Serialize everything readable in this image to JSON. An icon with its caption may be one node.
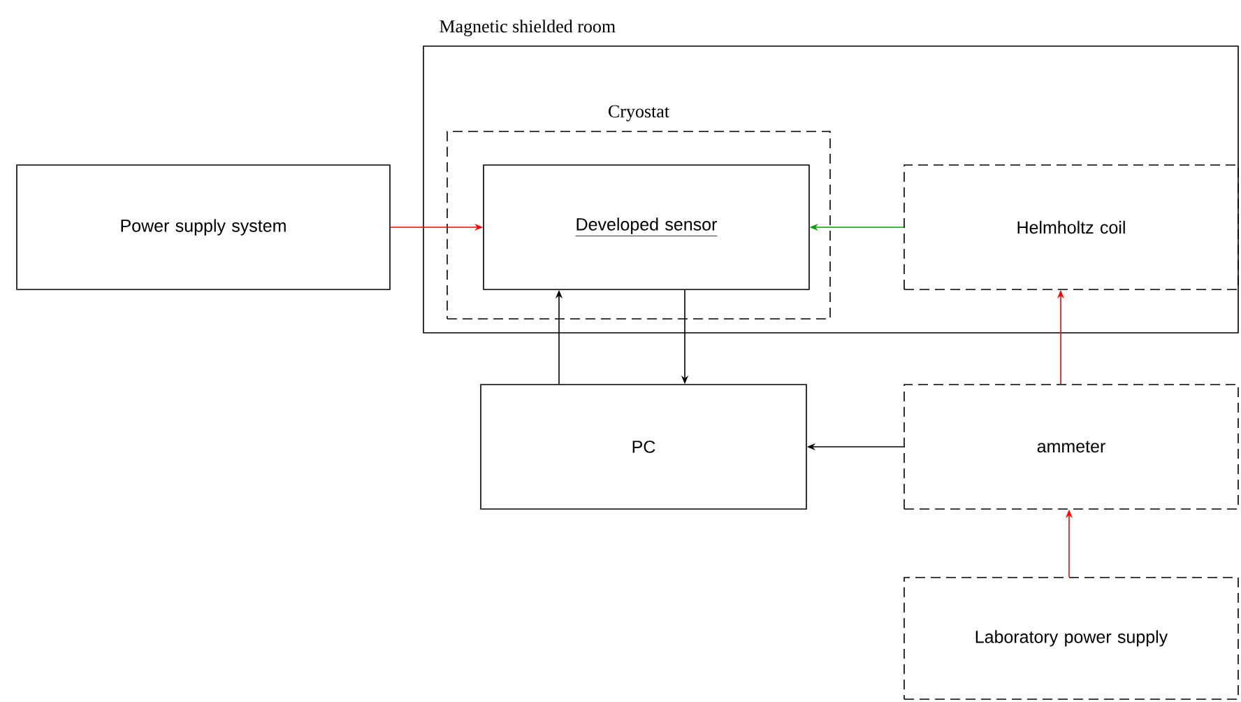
{
  "diagram": {
    "nodes": [
      {
        "text": [
          "Magnetic shielded room"
        ]
      },
      {
        "text": [
          "Cryostat"
        ],
        "in": 0
      },
      {
        "text": [
          "Developed sensor"
        ],
        "in": 1
      },
      {
        "text": [
          "Power supply system"
        ]
      },
      {
        "text": [
          "Helmholtz coil"
        ],
        "in": 0
      },
      {
        "text": [
          "PC"
        ]
      },
      {
        "text": [
          "ammeter"
        ]
      },
      {
        "text": [
          "Laboratory power supply"
        ]
      }
    ],
    "edges": [
      {
        "from": 3,
        "to": 2,
        "arrow": "to",
        "color": "#ff0000"
      },
      {
        "from": 4,
        "to": 2,
        "arrow": "to",
        "color": "#00a000"
      },
      {
        "from": 5,
        "to": 2,
        "arrow": "to",
        "color": "#000000"
      },
      {
        "from": 2,
        "to": 5,
        "arrow": "to",
        "color": "#000000"
      },
      {
        "from": 6,
        "to": 5,
        "arrow": "to",
        "color": "#000000"
      },
      {
        "from": 6,
        "to": 4,
        "arrow": "to",
        "color": "#ff0000"
      },
      {
        "from": 7,
        "to": 6,
        "arrow": "to",
        "color": "#ff0000"
      }
    ]
  }
}
